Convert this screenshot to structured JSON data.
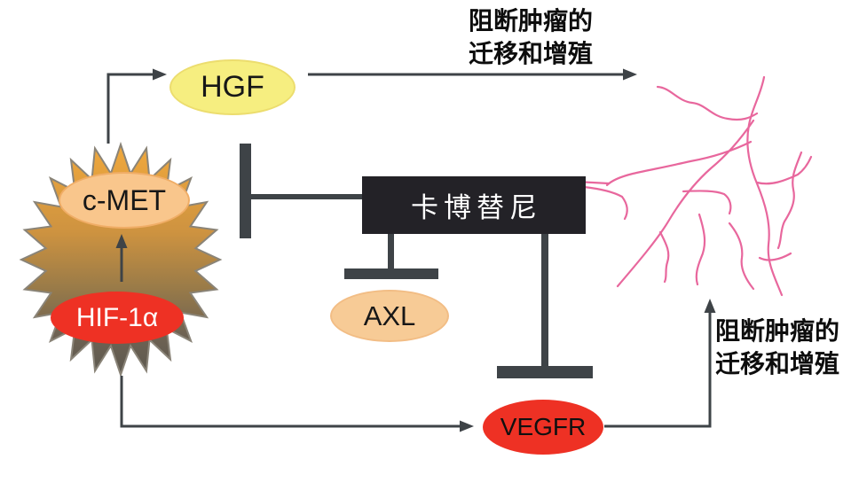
{
  "diagram": {
    "nodes": {
      "hgf": {
        "label": "HGF"
      },
      "cmet": {
        "label": "c-MET"
      },
      "hif1a": {
        "label": "HIF-1α"
      },
      "axl": {
        "label": "AXL"
      },
      "vegfr": {
        "label": "VEGFR"
      }
    },
    "drug_box": {
      "label": "卡博替尼"
    },
    "annotations": {
      "top": {
        "line1": "阻断肿瘤的",
        "line2": "迁移和增殖"
      },
      "right": {
        "line1": "阻断肿瘤的",
        "line2": "迁移和增殖"
      }
    },
    "colors": {
      "red": "#EE3124",
      "yellow": "#F6EE80",
      "peach": "#F9C68C",
      "peach2": "#F7CB96",
      "box": "#232227",
      "line": "#3E4347",
      "vessel": "#E8679D",
      "burst_top": "#F0A83C",
      "burst_bottom": "#5C584F"
    }
  }
}
